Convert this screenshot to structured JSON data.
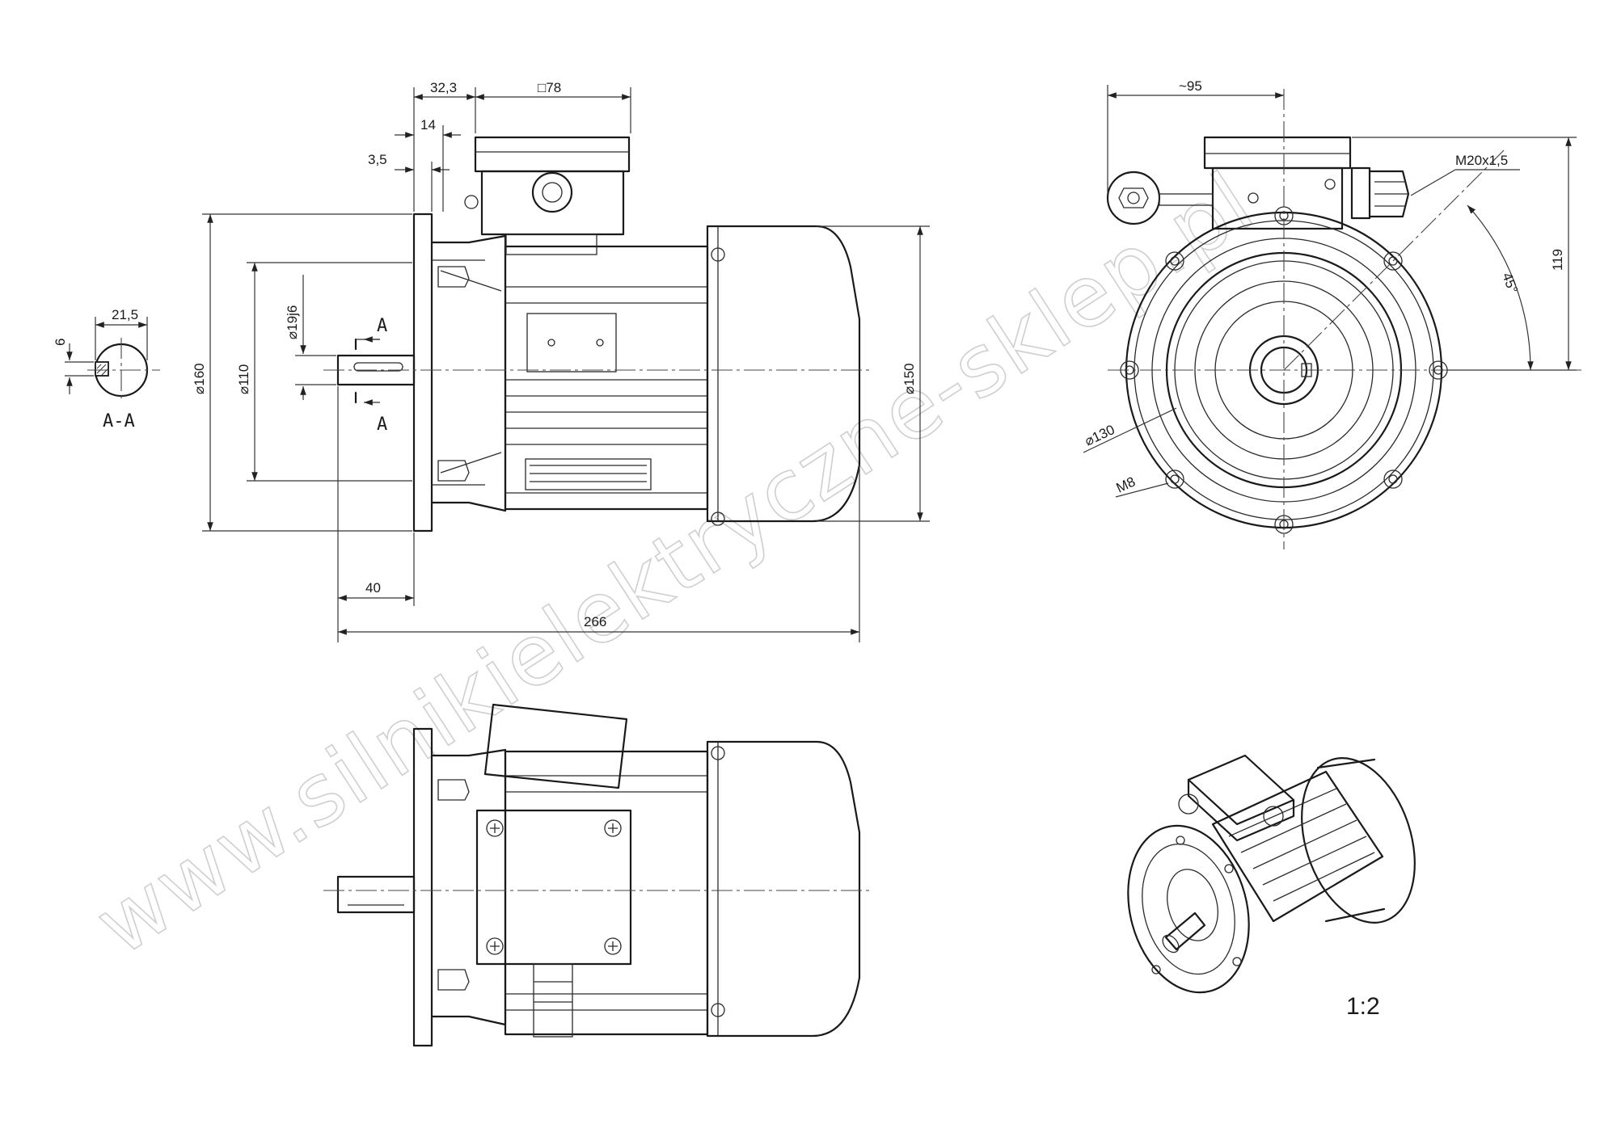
{
  "watermark": "www.silnikielektryczne-sklep.pl",
  "section": {
    "label": "A-A",
    "cut_marker": "A",
    "dims": {
      "key_width": "6",
      "shaft_height": "21,5"
    }
  },
  "side_view": {
    "dims": {
      "flange_offset": "32,3",
      "terminal_box": "□78",
      "spigot": "14",
      "flange_thickness": "3,5",
      "flange_diameter": "⌀160",
      "spigot_diameter": "⌀110",
      "shaft_diameter": "⌀19j6",
      "fan_cover_diameter": "⌀150",
      "shaft_length": "40",
      "overall_length": "266"
    }
  },
  "front_view": {
    "dims": {
      "box_offset": "~95",
      "cable_gland": "M20x1,5",
      "box_height": "119",
      "hole_angle": "45°",
      "pitch_circle": "⌀130",
      "thread": "M8"
    }
  },
  "iso_view": {
    "scale": "1:2"
  }
}
